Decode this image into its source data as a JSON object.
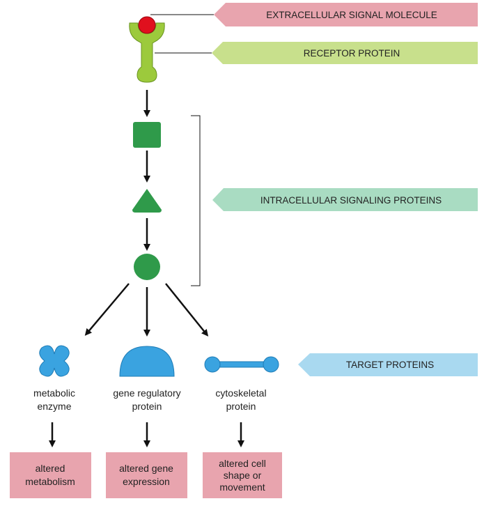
{
  "tags": {
    "signal": {
      "text": "EXTRACELLULAR SIGNAL MOLECULE",
      "color": "#e8a4ae"
    },
    "receptor": {
      "text": "RECEPTOR PROTEIN",
      "color": "#c8e08c"
    },
    "intracellular": {
      "text": "INTRACELLULAR SIGNALING PROTEINS",
      "color": "#a9dcc2"
    },
    "target": {
      "text": "TARGET PROTEINS",
      "color": "#a9d9f0"
    }
  },
  "targets": {
    "metabolic": {
      "line1": "metabolic",
      "line2": "enzyme"
    },
    "gene": {
      "line1": "gene regulatory",
      "line2": "protein"
    },
    "cyto": {
      "line1": "cytoskeletal",
      "line2": "protein"
    }
  },
  "outcomes": {
    "metabolism": {
      "line1": "altered",
      "line2": "metabolism"
    },
    "gene": {
      "line1": "altered gene",
      "line2": "expression"
    },
    "cell": {
      "line1": "altered cell",
      "line2": "shape or",
      "line3": "movement"
    }
  },
  "colors": {
    "signal_molecule": "#e0101e",
    "receptor": "#9cca3c",
    "signaling_protein": "#2f9a4a",
    "target_protein": "#3aa3e0",
    "outcome_box": "#e8a4ae",
    "arrow": "#111111"
  }
}
